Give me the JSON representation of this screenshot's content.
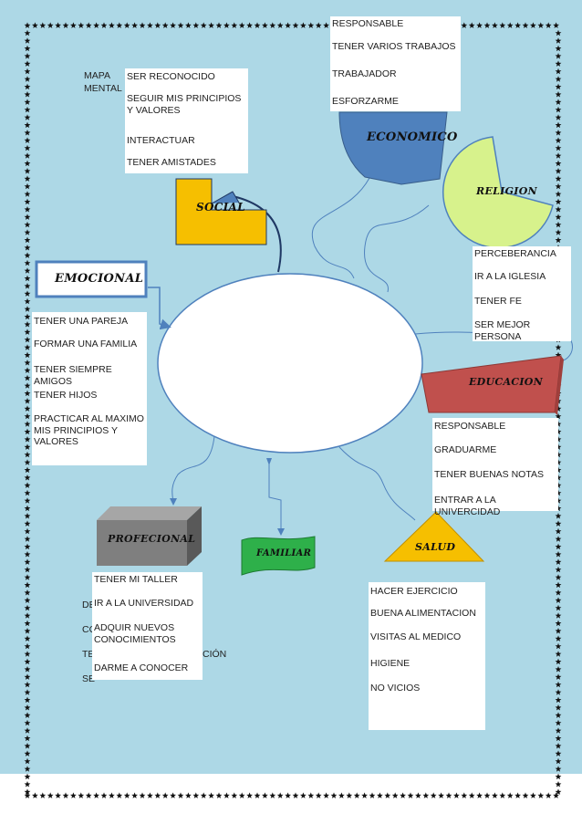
{
  "title": {
    "line1": "MAPA",
    "line2": "MENTAL"
  },
  "colors": {
    "background": "#add8e6",
    "social": "#f6bf00",
    "economico": "#4f81bd",
    "religion": "#d7f28c",
    "educacion": "#c0504d",
    "salud": "#f6bf00",
    "familiar": "#2eb04a",
    "profecional": "#7f7f7f",
    "link": "#1f3864"
  },
  "nodes": {
    "social": {
      "label": "SOCIAL",
      "items": [
        "SER RECONOCIDO",
        "SEGUIR MIS PRINCIPIOS Y VALORES",
        "INTERACTUAR",
        "TENER AMISTADES"
      ]
    },
    "economico": {
      "label": "ECONOMICO",
      "items": [
        "RESPONSABLE",
        "TENER VARIOS TRABAJOS",
        "TRABAJADOR",
        "ESFORZARME"
      ]
    },
    "religion": {
      "label": "RELIGION",
      "items": [
        "PERCEBERANCIA",
        "IR A LA IGLESIA",
        "TENER FE",
        "SER MEJOR PERSONA"
      ]
    },
    "emocional": {
      "label": "EMOCIONAL",
      "items": [
        "TENER UNA PAREJA",
        "FORMAR UNA FAMILIA",
        "TENER SIEMPRE AMIGOS",
        "TENER HIJOS",
        "PRACTICAR AL MAXIMO MIS PRINCIPIOS Y VALORES"
      ]
    },
    "educacion": {
      "label": "EDUCACION",
      "items": [
        "RESPONSABLE",
        "GRADUARME",
        "TENER BUENAS NOTAS",
        "ENTRAR A LA UNIVERCIDAD"
      ]
    },
    "profecional": {
      "label": "PROFECIONAL",
      "items": [
        "TENER MI TALLER",
        "IR A LA UNIVERSIDAD",
        "ADQUIR NUEVOS CONOCIMIENTOS",
        "DARME A CONOCER"
      ]
    },
    "familiar": {
      "label": "FAMILIAR"
    },
    "salud": {
      "label": "SALUD",
      "items": [
        "HACER EJERCICIO",
        "BUENA ALIMENTACION",
        "VISITAS  AL MEDICO",
        "HIGIENE",
        "NO VICIOS"
      ]
    }
  },
  "hidden_fragments": [
    "DE",
    "CO",
    "TE",
    "CIÓN",
    "SE"
  ]
}
